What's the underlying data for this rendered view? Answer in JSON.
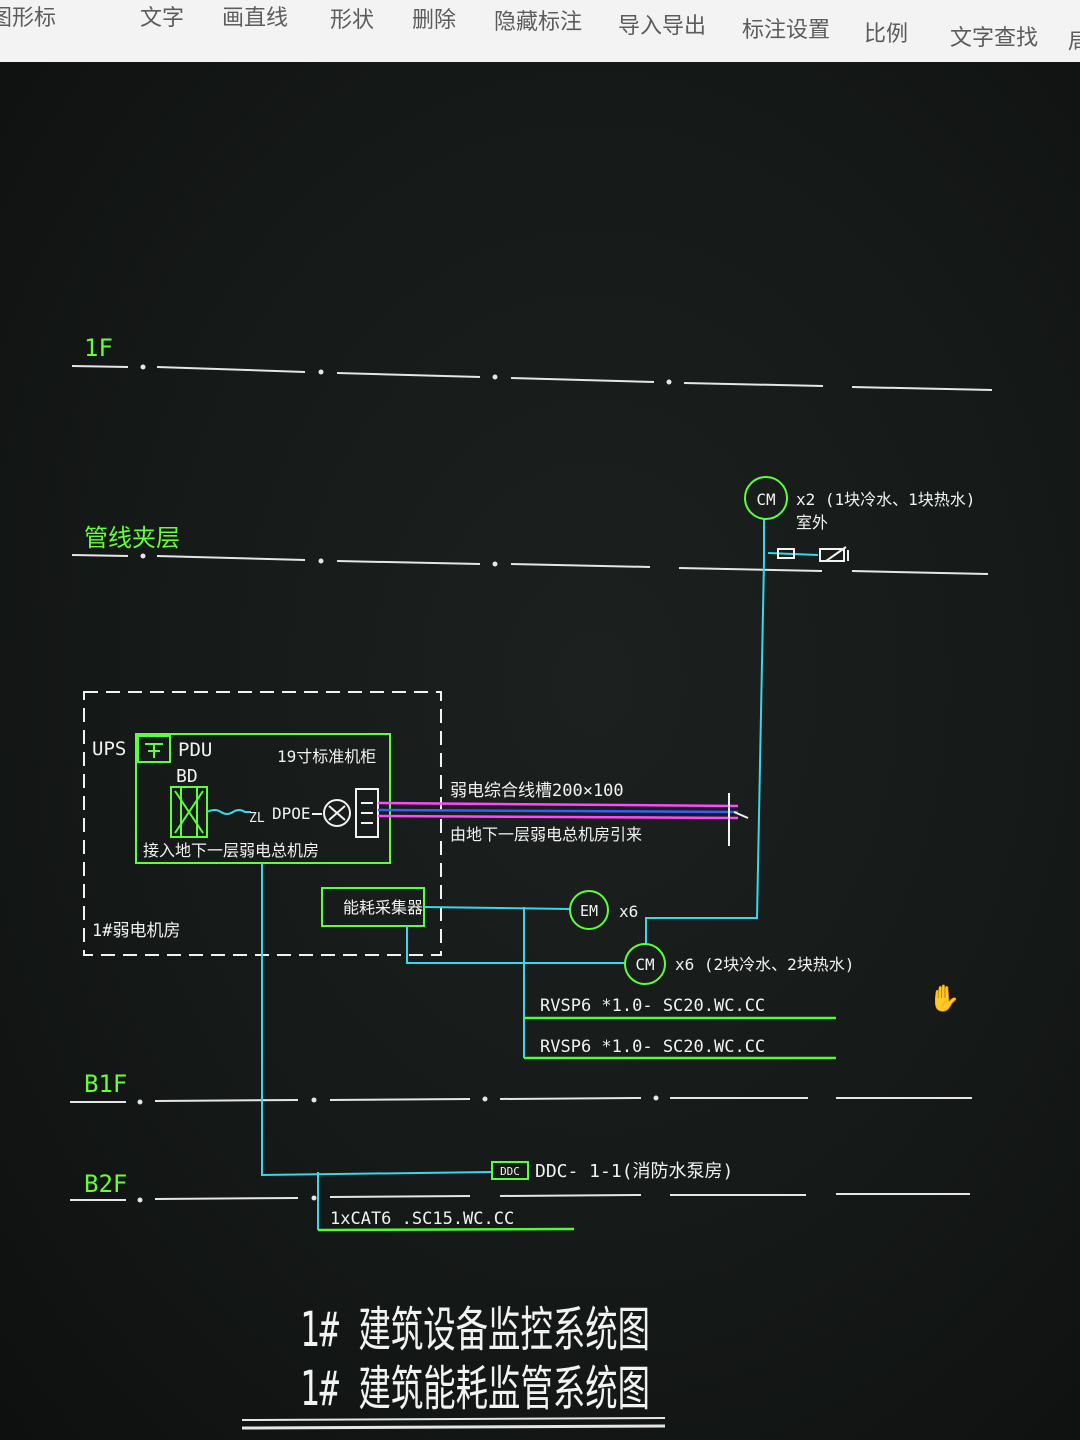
{
  "toolbar": {
    "items": [
      {
        "label": "图形标",
        "icon": "marker-icon"
      },
      {
        "label": "文字",
        "icon": "text-icon"
      },
      {
        "label": "画直线",
        "icon": "line-icon"
      },
      {
        "label": "形状",
        "icon": "shape-icon"
      },
      {
        "label": "删除",
        "icon": "delete-icon"
      },
      {
        "label": "隐藏标注",
        "icon": "hide-annotation-icon"
      },
      {
        "label": "导入导出",
        "icon": "import-export-icon"
      },
      {
        "label": "标注设置",
        "icon": "annotation-settings-icon"
      },
      {
        "label": "比例",
        "icon": "scale-icon"
      },
      {
        "label": "文字查找",
        "icon": "text-search-icon"
      },
      {
        "label": "局",
        "icon": "more-icon"
      }
    ]
  },
  "drawing": {
    "floors": {
      "f1": "1F",
      "pipe": "管线夹层",
      "b1": "B1F",
      "b2": "B2F"
    },
    "room": {
      "name": "1#弱电机房",
      "ups": "UPS",
      "pdu": "PDU",
      "bd": "BD",
      "rack": "19寸标准机柜",
      "poe": "DPOE",
      "poe_prefix": "ZL",
      "access_note": "接入地下一层弱电总机房",
      "collector": "能耗采集器"
    },
    "tray": {
      "label": "弱电综合线槽200×100",
      "source": "由地下一层弱电总机房引来"
    },
    "meters": {
      "cm_top": {
        "symbol": "CM",
        "count": "x2 (1块冷水、1块热水)",
        "note": "室外"
      },
      "em": {
        "symbol": "EM",
        "count": "x6"
      },
      "cm_mid": {
        "symbol": "CM",
        "count": "x6 (2块冷水、2块热水)"
      }
    },
    "cables": {
      "rvsp1": "RVSP6 *1.0- SC20.WC.CC",
      "rvsp2": "RVSP6 *1.0- SC20.WC.CC",
      "cat6": "1xCAT6 .SC15.WC.CC"
    },
    "ddc": {
      "box": "DDC",
      "label": "DDC- 1-1(消防水泵房)"
    },
    "title": {
      "line1": "1# 建筑设备监控系统图",
      "line2": "1# 建筑能耗监管系统图"
    }
  },
  "colors": {
    "floor_line": "#e6e6e6",
    "floor_label": "#66ff33",
    "equipment": "#5dff3a",
    "cable_cyan": "#36d8ea",
    "tray_magenta": "#ff48ff",
    "tray_blue": "#3a5cff",
    "text_white": "#f2f2f2",
    "cable_green": "#4dff2e"
  }
}
